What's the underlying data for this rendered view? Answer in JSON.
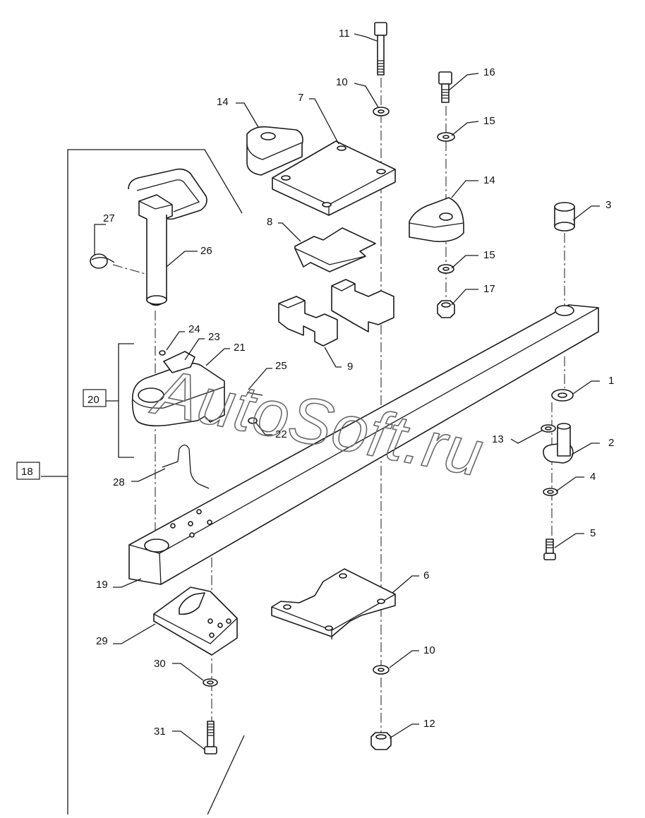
{
  "watermark": "AutoSoft.ru",
  "callouts": {
    "c1": "1",
    "c2": "2",
    "c3": "3",
    "c4": "4",
    "c5": "5",
    "c6": "6",
    "c7": "7",
    "c8": "8",
    "c9": "9",
    "c10a": "10",
    "c10b": "10",
    "c11": "11",
    "c12": "12",
    "c13": "13",
    "c14a": "14",
    "c14b": "14",
    "c15a": "15",
    "c15b": "15",
    "c16": "16",
    "c17": "17",
    "c18": "18",
    "c19": "19",
    "c20": "20",
    "c21": "21",
    "c22": "22",
    "c23": "23",
    "c24": "24",
    "c25": "25",
    "c26": "26",
    "c27": "27",
    "c28": "28",
    "c29": "29",
    "c30": "30",
    "c31": "31"
  }
}
